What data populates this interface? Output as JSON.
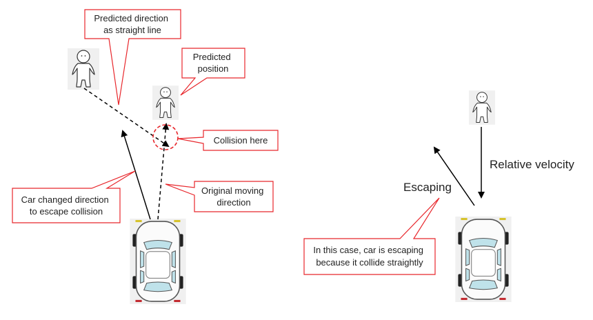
{
  "callouts": {
    "predicted_direction": [
      "Predicted direction",
      "as straight line"
    ],
    "predicted_position": [
      "Predicted",
      "position"
    ],
    "collision_here": [
      "Collision here"
    ],
    "original_direction": [
      "Original moving",
      "direction"
    ],
    "car_changed": [
      "Car changed direction",
      "to escape collision"
    ],
    "in_this_case": [
      "In this case, car is escaping",
      "because it collide straightly"
    ]
  },
  "labels": {
    "relative_velocity": "Relative velocity",
    "escaping": "Escaping"
  },
  "colors": {
    "callout_border": "#e8262b",
    "arrow": "#000000",
    "collision_circle": "#e8262b",
    "figure_bg": "#f0f0f0"
  }
}
